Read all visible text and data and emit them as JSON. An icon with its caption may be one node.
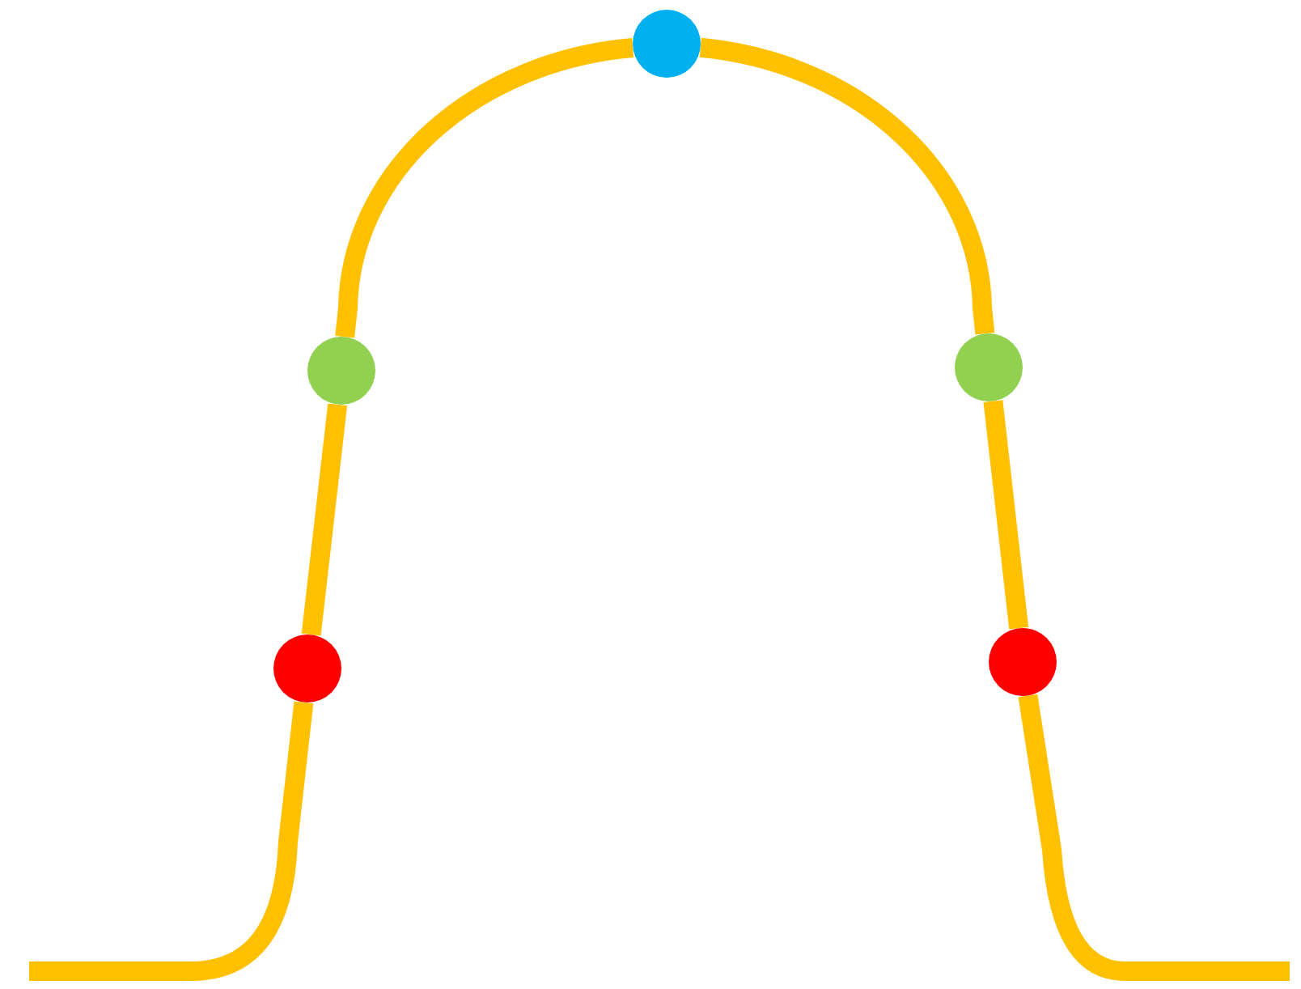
{
  "diagram": {
    "nodes": [
      {
        "text": [],
        "shape": "circle"
      },
      {
        "text": [],
        "shape": "circle"
      },
      {
        "text": [],
        "shape": "circle"
      },
      {
        "text": [],
        "shape": "circle"
      },
      {
        "text": [],
        "shape": "circle"
      }
    ],
    "edges": [
      {
        "from": null,
        "to": 0,
        "arrow": "none"
      },
      {
        "from": 0,
        "to": 1,
        "arrow": "none"
      },
      {
        "from": 1,
        "to": 2,
        "arrow": "none"
      },
      {
        "from": 2,
        "to": 3,
        "arrow": "none"
      },
      {
        "from": 3,
        "to": 4,
        "arrow": "none"
      },
      {
        "from": 4,
        "to": null,
        "arrow": "none"
      }
    ]
  }
}
